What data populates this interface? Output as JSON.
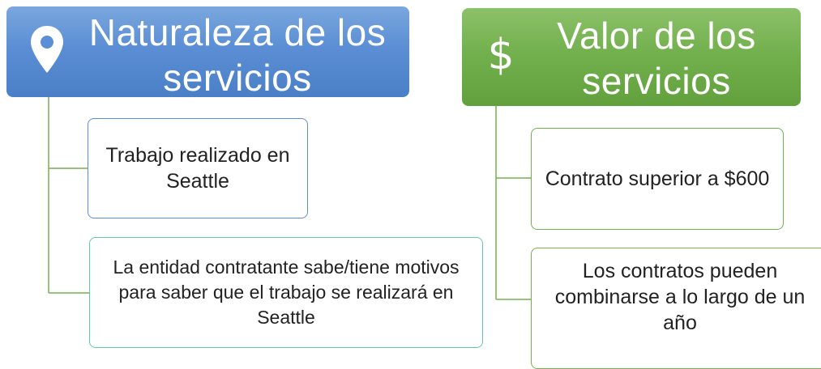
{
  "left_column": {
    "title": "Naturaleza de los servicios",
    "icon": "map-pin-icon",
    "color": "#5b8ed4",
    "items": [
      {
        "text": "Trabajo realizado en Seattle",
        "border_color": "#5b8ed4"
      },
      {
        "text": "La entidad contratante sabe/tiene motivos para saber que el trabajo se realizará en Seattle",
        "border_color": "#5fc9ad"
      }
    ]
  },
  "right_column": {
    "title": "Valor de los servicios",
    "icon": "dollar-sign-icon",
    "icon_glyph": "$",
    "color": "#73b04e",
    "items": [
      {
        "text": "Contrato superior a $600",
        "border_color": "#73b04e"
      },
      {
        "text": "Los contratos pueden combinarse a lo largo de un año",
        "border_color": "#73b04e"
      }
    ]
  },
  "connector_color": "#73b04e"
}
